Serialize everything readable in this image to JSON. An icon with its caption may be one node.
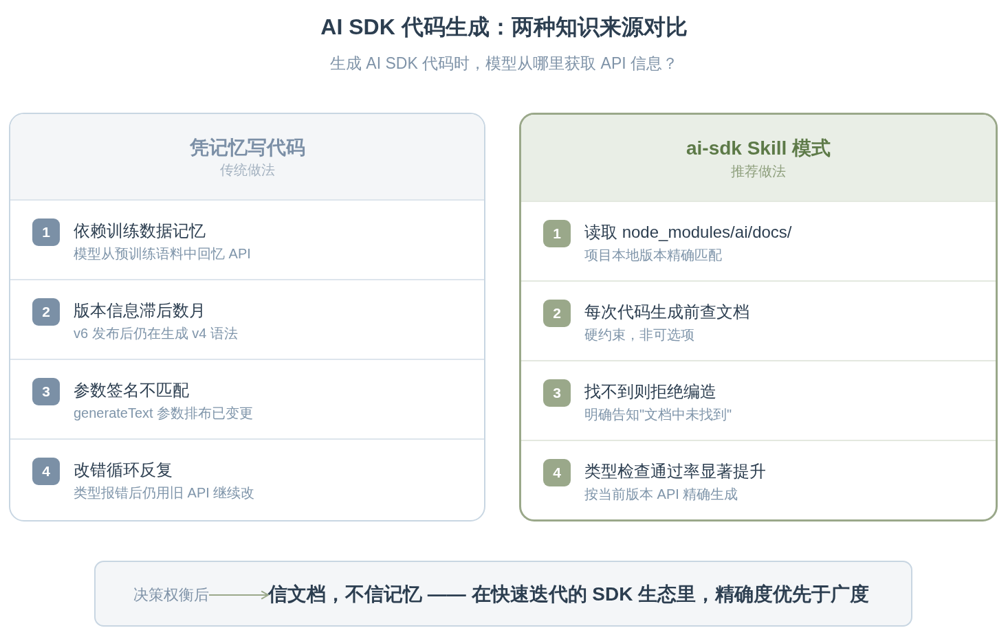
{
  "diagram": {
    "title": "AI SDK 代码生成：两种知识来源对比",
    "nodes": [
      {
        "text": [
          "凭记忆写代码",
          "传统做法"
        ]
      },
      {
        "text": [
          "依赖训练数据记忆",
          "模型从预训练语料中回忆 API"
        ],
        "in": 0
      },
      {
        "text": [
          "1"
        ],
        "in": 1
      },
      {
        "text": [
          "版本信息滞后数月",
          "v6 发布后仍在生成 v4 语法"
        ],
        "in": 0
      },
      {
        "text": [
          "2"
        ],
        "in": 3
      },
      {
        "text": [
          "参数签名不匹配",
          "generateText 参数排布已变更"
        ],
        "in": 0
      },
      {
        "text": [
          "3"
        ],
        "in": 5
      },
      {
        "text": [
          "改错循环反复",
          "类型报错后仍用旧 API 继续改"
        ],
        "in": 0
      },
      {
        "text": [
          "4"
        ],
        "in": 7
      },
      {
        "text": [
          "ai-sdk Skill 模式",
          "推荐做法"
        ]
      },
      {
        "text": [
          "读取 node_modules/ai/docs/",
          "项目本地版本精确匹配"
        ],
        "in": 9
      },
      {
        "text": [
          "1"
        ],
        "in": 10
      },
      {
        "text": [
          "每次代码生成前查文档",
          "硬约束，非可选项"
        ],
        "in": 9
      },
      {
        "text": [
          "2"
        ],
        "in": 12
      },
      {
        "text": [
          "找不到则拒绝编造",
          "明确告知\"文档中未找到\""
        ],
        "in": 9
      },
      {
        "text": [
          "3"
        ],
        "in": 14
      },
      {
        "text": [
          "类型检查通过率显著提升",
          "按当前版本 API 精确生成"
        ],
        "in": 9
      },
      {
        "text": [
          "4"
        ],
        "in": 16
      },
      {
        "text": [],
        "shape": "box"
      },
      {
        "text": [
          "决策权衡后"
        ],
        "in": 18
      },
      {
        "text": [
          "信文档，不信记忆 —— 在快速迭代的 SDK 生态里，精确度优先于广度"
        ],
        "in": 18
      }
    ],
    "edges": [
      {
        "from": 19,
        "to": 20,
        "arrow": "to"
      }
    ],
    "labels": [
      "生成 AI SDK 代码时，模型从哪里获取 API 信息？"
    ]
  }
}
